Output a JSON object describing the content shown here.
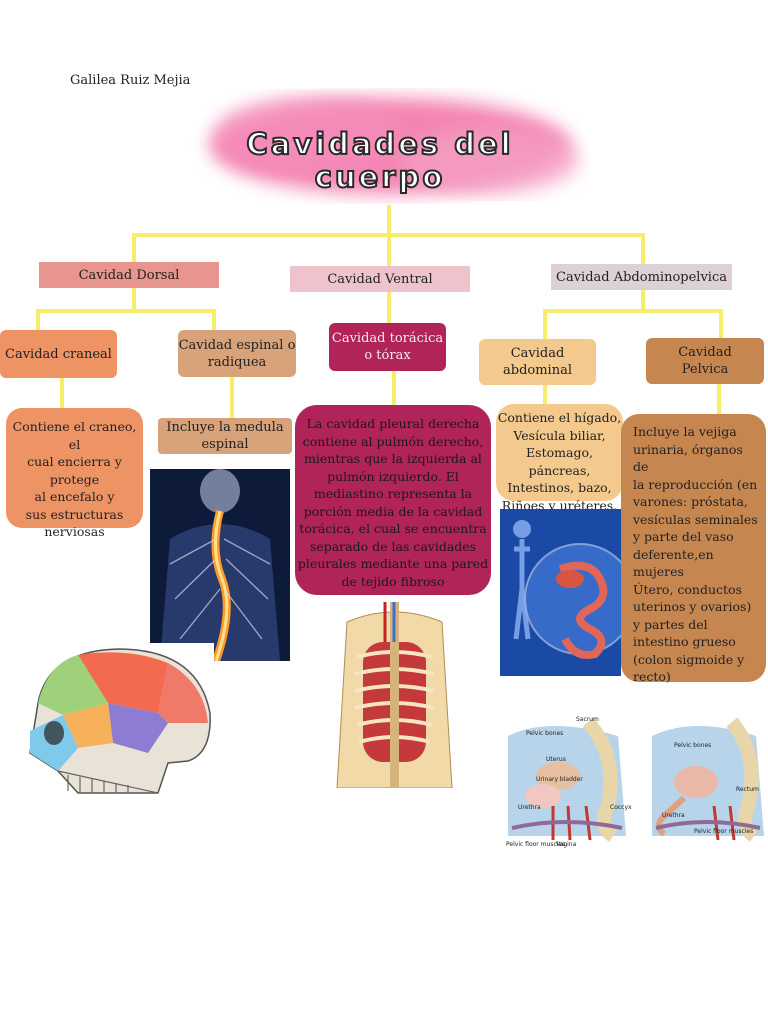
{
  "author": "Galilea Ruiz Mejia",
  "title": "Cavidades del\ncuerpo",
  "colors": {
    "connector": "#f6ee6a",
    "dorsal": "#e8948f",
    "ventral": "#efc3cc",
    "abdominopelvica": "#d9c8cf",
    "orange": "#ee9464",
    "tan": "#d8a27a",
    "maroon": "#b0245a",
    "wheat": "#f3c98d",
    "brown": "#c68650"
  },
  "nodes": {
    "dorsal": "Cavidad Dorsal",
    "ventral": "Cavidad Ventral",
    "abdominopelvica": "Cavidad Abdominopelvica",
    "craneal": "Cavidad craneal",
    "espinal": "Cavidad espinal o\nradiquea",
    "toracica": "Cavidad torácica\no tórax",
    "abdominal": "Cavidad\nabdominal",
    "pelvica": "Cavidad\nPelvica"
  },
  "descriptions": {
    "craneal": "Contiene el craneo, el\ncual encierra y\nprotege\nal encefalo y\nsus estructuras\nnerviosas",
    "espinal": "Incluye la medula\nespinal",
    "toracica": "La cavidad pleural derecha\ncontiene al pulmón derecho,\nmientras que la izquierda al\npulmón izquierdo. El\nmediastino representa la\nporción media de la cavidad\ntorácica, el cual se encuentra\nseparado de las cavidades\npleurales mediante una pared\nde tejido fibroso",
    "abdominal": "Contiene el hígado,\nVesícula biliar,\nEstomago, páncreas,\nIntestinos, bazo,\nRiñoes y uréteres.",
    "pelvica": "Incluye la vejiga\nurinaria, órganos de\nla reproducción (en\nvarones: próstata,\nvesículas seminales\ny parte del vaso\ndeferente,en\nmujeres\nÚtero, conductos\nuterinos y ovarios)\ny partes del\nintestino grueso\n(colon sigmoide y\nrecto)"
  },
  "pelvic_labels": {
    "sacrum": "Sacrum",
    "pelvic_bones": "Pelvic bones",
    "uterus": "Uterus",
    "bladder": "Urinary bladder",
    "urethra": "Urethra",
    "vagina": "Vagina",
    "coccyx": "Coccyx",
    "rectum": "Rectum",
    "pelvic_floor": "Pelvic floor muscles"
  }
}
